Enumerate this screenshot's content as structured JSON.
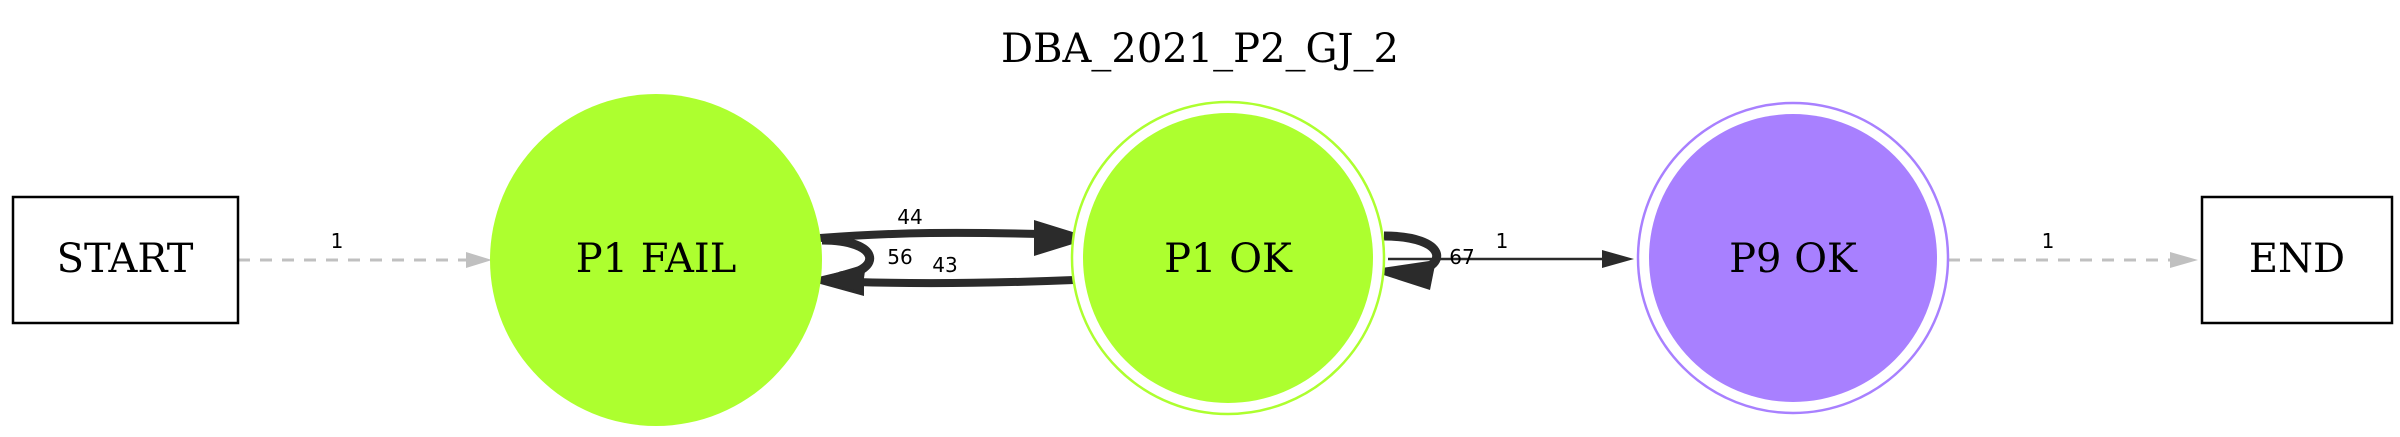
{
  "title": "DBA_2021_P2_GJ_2",
  "nodes": {
    "start": {
      "label": "START"
    },
    "p1_fail": {
      "label": "P1 FAIL",
      "fill": "#adff2f"
    },
    "p1_ok": {
      "label": "P1 OK",
      "fill": "#adff2f",
      "ring": "#adff2f"
    },
    "p9_ok": {
      "label": "P9 OK",
      "fill": "#a880ff",
      "ring": "#a880ff"
    },
    "end": {
      "label": "END"
    }
  },
  "edges": {
    "start_to_p1_fail": {
      "label": "1",
      "style": "dashed",
      "color": "#c0c0c0"
    },
    "p1_fail_to_p1_ok": {
      "label": "44",
      "color": "#2b2b2b"
    },
    "p1_fail_self": {
      "label": "56",
      "color": "#2b2b2b"
    },
    "p1_ok_to_p1_fail": {
      "label": "43",
      "color": "#2b2b2b"
    },
    "p1_ok_self": {
      "label": "67",
      "color": "#2b2b2b"
    },
    "p1_ok_to_p9_ok": {
      "label": "1",
      "color": "#2b2b2b"
    },
    "p9_ok_to_end": {
      "label": "1",
      "style": "dashed",
      "color": "#c0c0c0"
    }
  }
}
